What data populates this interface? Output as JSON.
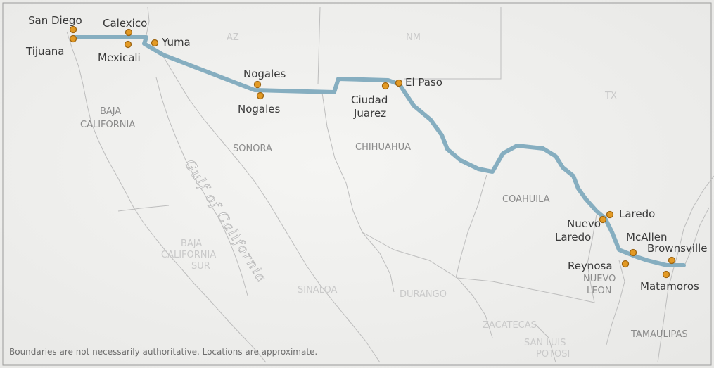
{
  "map": {
    "gulf_label": "Gulf of California",
    "note": "Boundaries are not necessarily authoritative. Locations are approximate.",
    "colors": {
      "background": "#eeeeec",
      "border_route": "#86aec0",
      "marker": "#e39a24",
      "boundary": "#bdbdbd"
    },
    "regions": {
      "az": "AZ",
      "nm": "NM",
      "tx": "TX",
      "baja_california_1": "BAJA",
      "baja_california_2": "CALIFORNIA",
      "sonora": "SONORA",
      "chihuahua": "CHIHUAHUA",
      "coahuila": "COAHUILA",
      "bcs_1": "BAJA",
      "bcs_2": "CALIFORNIA",
      "bcs_3": "SUR",
      "sinaloa": "SINALOA",
      "durango": "DURANGO",
      "zacatecas": "ZACATECAS",
      "slp_1": "SAN LUIS",
      "slp_2": "POTOSI",
      "nuevo_leon_1": "NUEVO",
      "nuevo_leon_2": "LEON",
      "tamaulipas": "TAMAULIPAS"
    },
    "cities": {
      "san_diego": "San Diego",
      "tijuana": "Tijuana",
      "calexico": "Calexico",
      "mexicali": "Mexicali",
      "yuma": "Yuma",
      "nogales_us": "Nogales",
      "nogales_mx": "Nogales",
      "ciudad_juarez_1": "Ciudad",
      "ciudad_juarez_2": "Juarez",
      "el_paso": "El Paso",
      "laredo": "Laredo",
      "nuevo_laredo_1": "Nuevo",
      "nuevo_laredo_2": "Laredo",
      "mcallen": "McAllen",
      "reynosa": "Reynosa",
      "brownsville": "Brownsville",
      "matamoros": "Matamoros"
    }
  }
}
